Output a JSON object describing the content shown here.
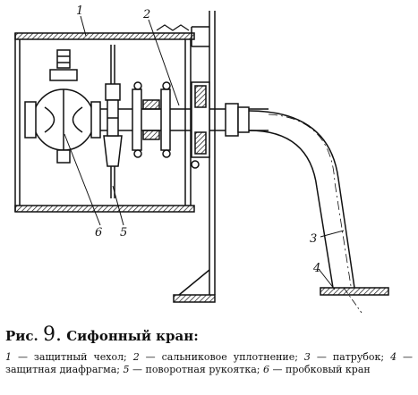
{
  "figure": {
    "part_numbers": [
      "1",
      "2",
      "3",
      "4",
      "5",
      "6"
    ]
  },
  "caption": {
    "fig_prefix": "Рис.",
    "fig_number": "9.",
    "title": "Сифонный кран:",
    "legend": [
      {
        "num": "1",
        "text": "— защитный чехол;"
      },
      {
        "num": "2",
        "text": "— сальниковое уплотнение;"
      },
      {
        "num": "3",
        "text": "— патрубок;"
      },
      {
        "num": "4",
        "text": "— защитная диафрагма;"
      },
      {
        "num": "5",
        "text": "— поворотная рукоятка;"
      },
      {
        "num": "6",
        "text": "— пробковый кран"
      }
    ]
  },
  "colors": {
    "ink": "#111111",
    "paper": "#ffffff"
  }
}
